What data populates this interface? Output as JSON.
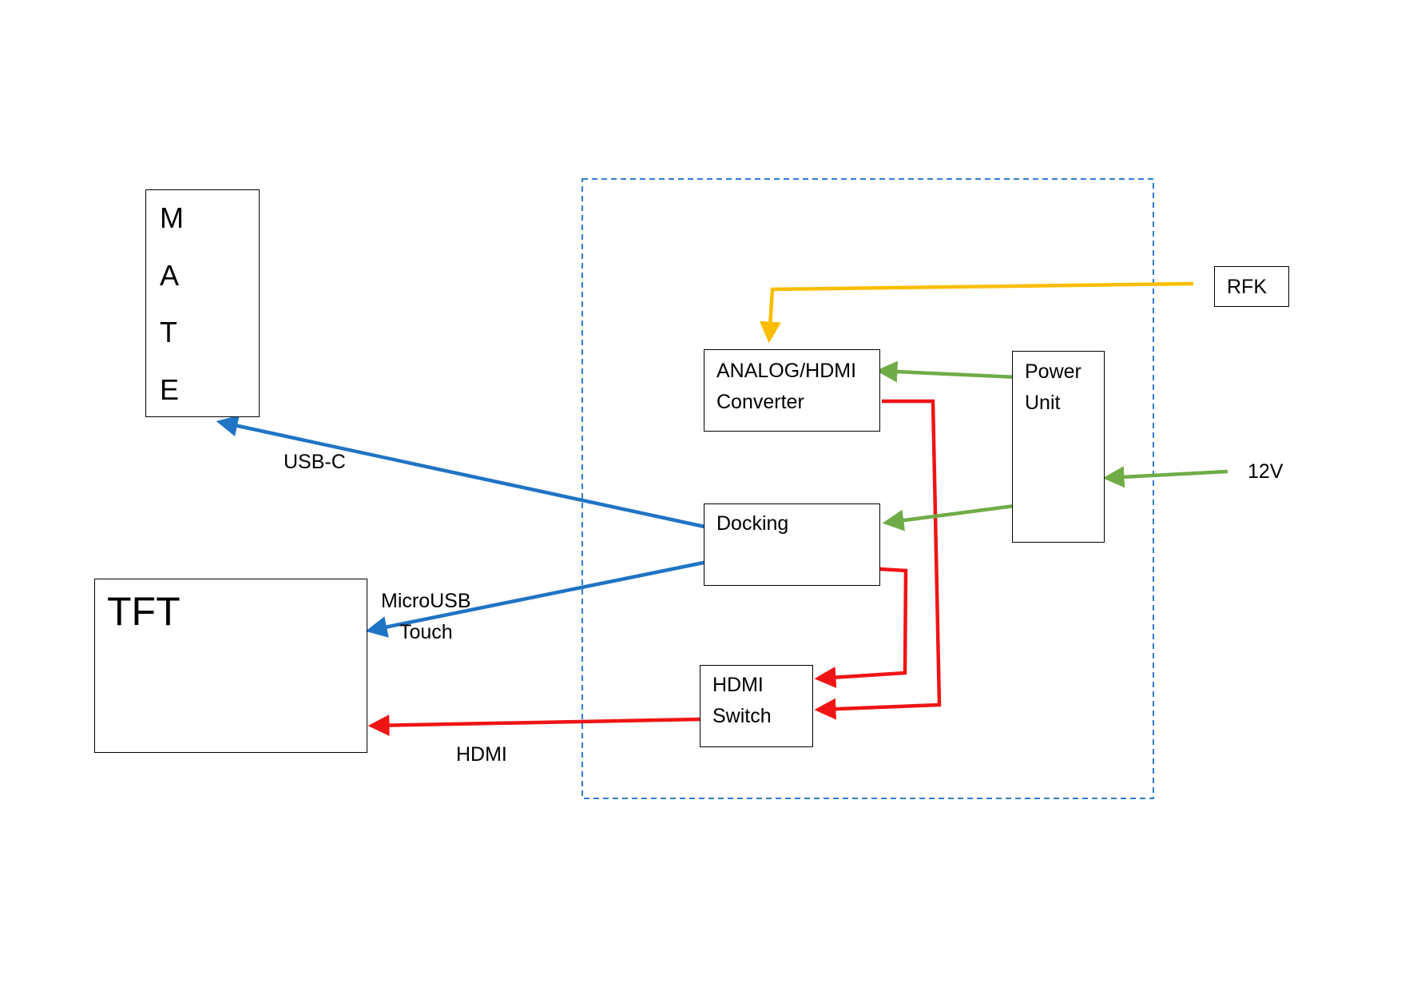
{
  "nodes": {
    "mate": {
      "letters": [
        "M",
        "A",
        "T",
        "E"
      ]
    },
    "tft": {
      "label": "TFT"
    },
    "analog_hdmi": {
      "line1": "ANALOG/HDMI",
      "line2": "Converter"
    },
    "power_unit": {
      "line1": "Power",
      "line2": "Unit"
    },
    "docking": {
      "label": "Docking"
    },
    "hdmi_switch": {
      "line1": "HDMI",
      "line2": "Switch"
    },
    "rfk": {
      "label": "RFK"
    }
  },
  "edge_labels": {
    "usb_c": "USB-C",
    "micro_usb_line1": "MicroUSB",
    "micro_usb_line2": "Touch",
    "hdmi": "HDMI",
    "v12": "12V"
  },
  "colors": {
    "usb": "#1f74c4",
    "hdmi": "#f01414",
    "power": "#6fac47",
    "rfk": "#fbbd00",
    "enclosure": "#2e7cd6"
  }
}
